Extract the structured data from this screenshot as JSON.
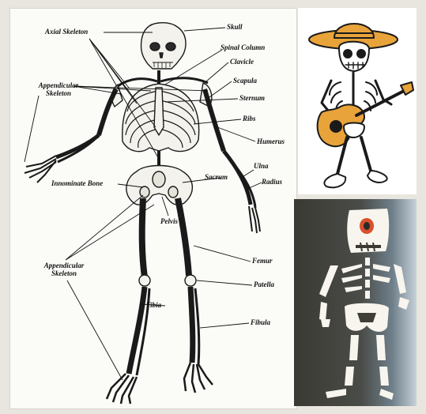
{
  "labels": {
    "axial_skeleton": "Axial Skeleton",
    "appendicular_top": "Appendicular Skeleton",
    "skull": "Skull",
    "spinal_column": "Spinal Column",
    "clavicle": "Clavicle",
    "scapula": "Scapula",
    "sternum": "Sternum",
    "ribs": "Ribs",
    "humerus": "Humerus",
    "ulna": "Ulna",
    "radius": "Radius",
    "sacrum": "Sacrum",
    "innominate_bone": "Innominate Bone",
    "pelvis": "Pelvis",
    "appendicular_bottom": "Appendicular Skeleton",
    "femur": "Femur",
    "patella": "Patella",
    "tibia": "Tibia",
    "fibula": "Fibula"
  },
  "colors": {
    "sombrero": "#e8a33a",
    "guitar": "#e8a33a",
    "eye_socket": "#d9502c",
    "bone_line": "#1a1a1a"
  }
}
